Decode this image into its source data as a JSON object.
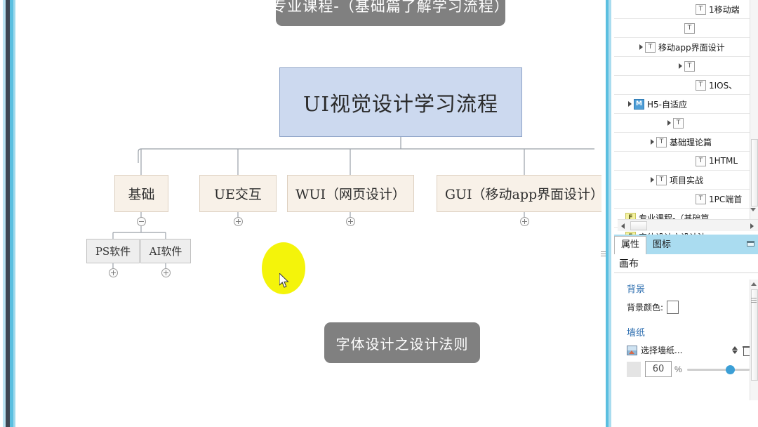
{
  "canvas": {
    "banner_top": "专业课程-（基础篇了解学习流程）",
    "banner_bottom": "字体设计之设计法则",
    "root_node": "UI视觉设计学习流程",
    "level2": [
      {
        "label": "基础",
        "toggle": "minus"
      },
      {
        "label": "UE交互",
        "toggle": "plus"
      },
      {
        "label": "WUI（网页设计）",
        "toggle": "plus"
      },
      {
        "label": "GUI（移动app界面设计）",
        "toggle": "plus"
      }
    ],
    "level3": [
      {
        "label": "PS软件",
        "toggle": "plus"
      },
      {
        "label": "AI软件",
        "toggle": "plus"
      }
    ]
  },
  "tree": {
    "rows": [
      {
        "label": "1移动端",
        "icon": "T",
        "indent": 108,
        "arrow": false
      },
      {
        "label": "",
        "icon": "T",
        "indent": 92,
        "arrow": false
      },
      {
        "label": "移动app界面设计",
        "icon": "T",
        "indent": 36,
        "arrow": true
      },
      {
        "label": "",
        "icon": "T",
        "indent": 92,
        "arrow": true
      },
      {
        "label": "1IOS、",
        "icon": "T",
        "indent": 108,
        "arrow": false
      },
      {
        "label": "H5-自适应",
        "icon": "M",
        "indent": 20,
        "arrow": true
      },
      {
        "label": "",
        "icon": "T",
        "indent": 76,
        "arrow": true
      },
      {
        "label": "基础理论篇",
        "icon": "T",
        "indent": 52,
        "arrow": true
      },
      {
        "label": "1HTML",
        "icon": "T",
        "indent": 108,
        "arrow": false
      },
      {
        "label": "项目实战",
        "icon": "T",
        "indent": 52,
        "arrow": true
      },
      {
        "label": "1PC端首",
        "icon": "T",
        "indent": 108,
        "arrow": false
      },
      {
        "label": "专业课程-（基础篇",
        "icon": "F",
        "indent": 8,
        "arrow": false
      },
      {
        "label": "字体设计之设计法",
        "icon": "F",
        "indent": 8,
        "arrow": false
      }
    ]
  },
  "properties": {
    "tabs": [
      {
        "label": "属性",
        "active": true
      },
      {
        "label": "图标",
        "active": false
      }
    ],
    "title": "画布",
    "background_section": "背景",
    "background_color_label": "背景颜色:",
    "background_color_value": "#ffffff",
    "wallpaper_section": "墙纸",
    "wallpaper_choose_label": "选择墙纸...",
    "opacity_value": "60",
    "opacity_unit": "%"
  }
}
